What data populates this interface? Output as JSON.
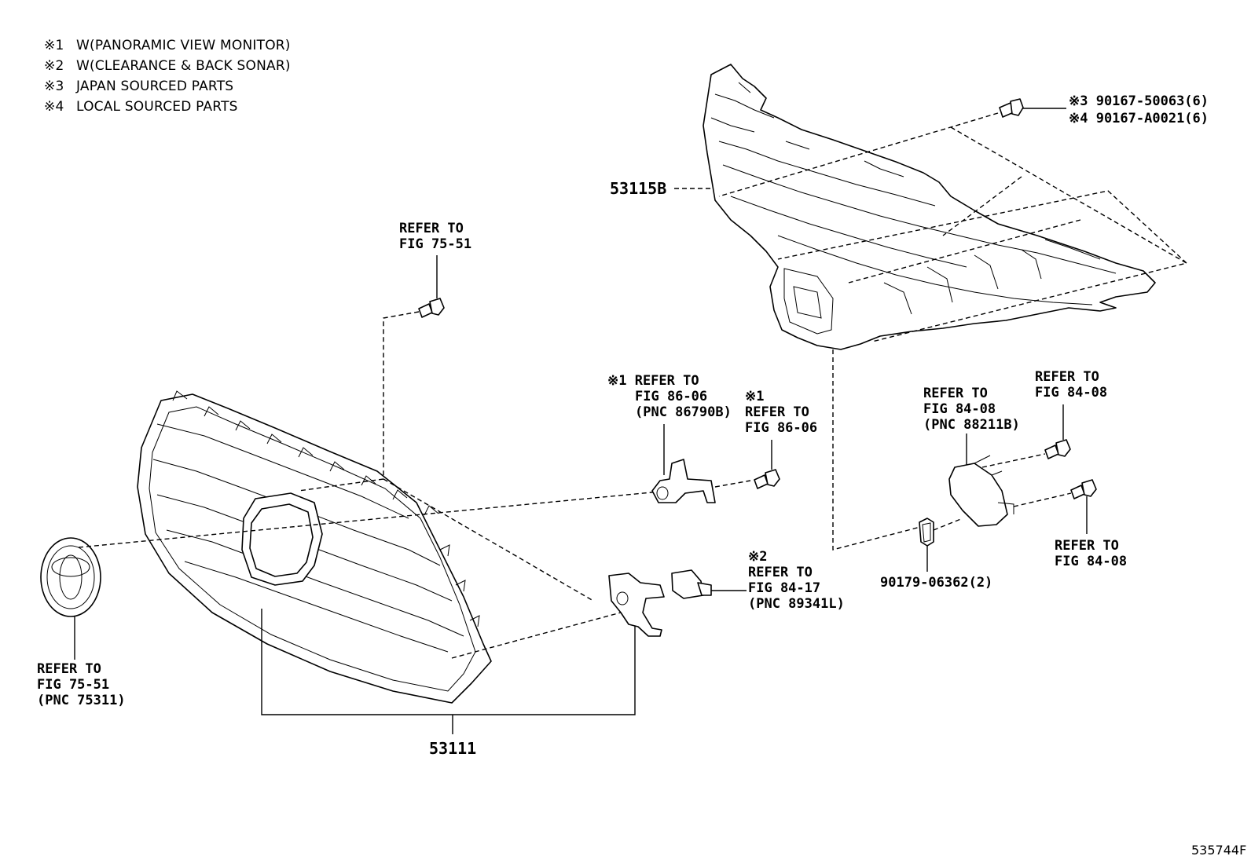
{
  "notes": [
    {
      "mark": "※1",
      "text": "W(PANORAMIC VIEW MONITOR)"
    },
    {
      "mark": "※2",
      "text": "W(CLEARANCE & BACK SONAR)"
    },
    {
      "mark": "※3",
      "text": "JAPAN SOURCED PARTS"
    },
    {
      "mark": "※4",
      "text": "LOCAL SOURCED PARTS"
    }
  ],
  "labels": {
    "screw_japan": "※3 90167-50063(6)",
    "screw_local": "※4 90167-A0021(6)",
    "retainer_pn": "53115B",
    "grille_pn": "53111",
    "top_screw_refer": [
      "REFER TO",
      "FIG 75-51"
    ],
    "camera_refer": [
      "※1 REFER TO",
      "FIG 86-06",
      "(PNC 86790B)"
    ],
    "camera_screw_refer": [
      "※1",
      "REFER TO",
      "FIG 86-06"
    ],
    "sensor_bracket_refer": [
      "REFER TO",
      "FIG 84-08",
      "(PNC 88211B)"
    ],
    "sensor_screw_top_refer": [
      "REFER TO",
      "FIG 84-08"
    ],
    "sensor_screw_bottom_refer": [
      "REFER TO",
      "FIG 84-08"
    ],
    "clip_pn": "90179-06362(2)",
    "sonar_refer": [
      "※2",
      "REFER TO",
      "FIG 84-17",
      "(PNC 89341L)"
    ],
    "emblem_refer": [
      "REFER TO",
      "FIG 75-51",
      "(PNC 75311)"
    ],
    "figure_id": "535744F"
  }
}
